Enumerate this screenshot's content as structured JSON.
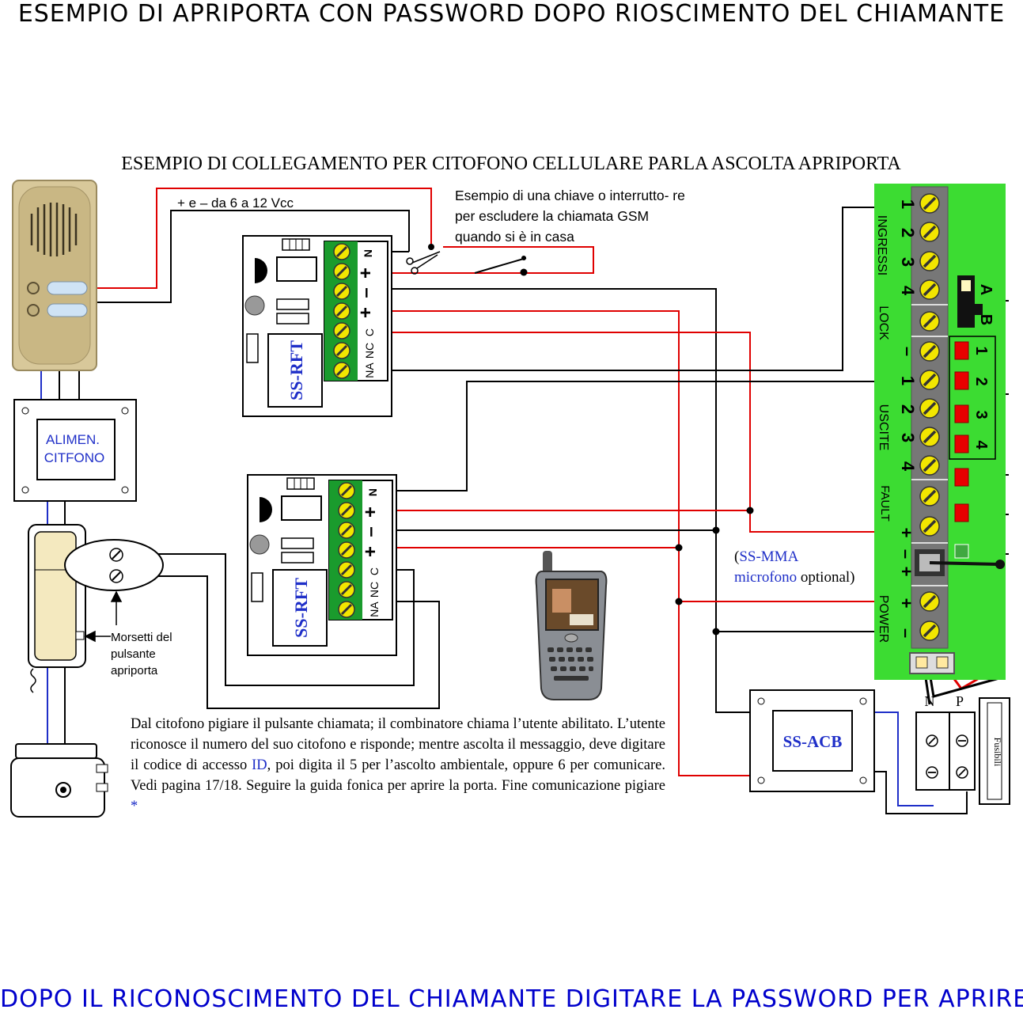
{
  "header": {
    "top_title": "ESEMPIO DI APRIPORTA CON PASSWORD DOPO RIOSCIMENTO DEL CHIAMANTE"
  },
  "footer": {
    "bottom_title": "DOPO IL RICONOSCIMENTO DEL CHIAMANTE DIGITARE LA PASSWORD PER APRIRE"
  },
  "diagram": {
    "subtitle": "ESEMPIO DI COLLEGAMENTO PER CITOFONO CELLULARE PARLA ASCOLTA APRIPORTA",
    "voltage_label": "+ e – da 6 a 12 Vcc",
    "switch_note": "Esempio di una chiave o interrutto- re per escludere la chiamata GSM quando si è in casa",
    "power_box_label_1": "ALIMEN.",
    "power_box_label_2": "CITFONO",
    "relay_label": "SS-RFT",
    "relay_pins": [
      "N",
      "+",
      "–",
      "+",
      "C",
      "NC",
      "NA"
    ],
    "morsetti_label": "Morsetti del pulsante apriporta",
    "acb_label": "SS-ACB",
    "mic_note": {
      "part1": "(",
      "blue": "SS-MMA microfono",
      "part2": " optional)"
    },
    "fuse_label": "Fusibili",
    "np_labels": [
      "N",
      "P"
    ],
    "description": {
      "text1": "Dal citofono pigiare il pulsante chiamata; il combinatore chiama l’utente abilitato. L’utente riconosce il numero del suo citofono e risponde; mentre ascolta il messaggio, deve digitare il codice di accesso ",
      "id_label": "ID",
      "text2": ", poi digita il 5 per l’ascolto ambientale, oppure 6 per comunicare. Vedi pagina 17/18. Seguire la guida fonica per aprire la porta. Fine comunicazione pigiare ",
      "star": "*"
    },
    "board": {
      "groups": [
        "INGRESSI",
        "LOCK",
        "USCITE",
        "FAULT",
        "POWER"
      ],
      "input_numbers": [
        "1",
        "2",
        "3",
        "4"
      ],
      "output_numbers": [
        "1",
        "2",
        "3",
        "4"
      ],
      "minus": "–",
      "plus": "+",
      "dip_labels": [
        "1",
        "2",
        "3",
        "4"
      ],
      "switch_labels": [
        "A",
        "B"
      ]
    }
  }
}
